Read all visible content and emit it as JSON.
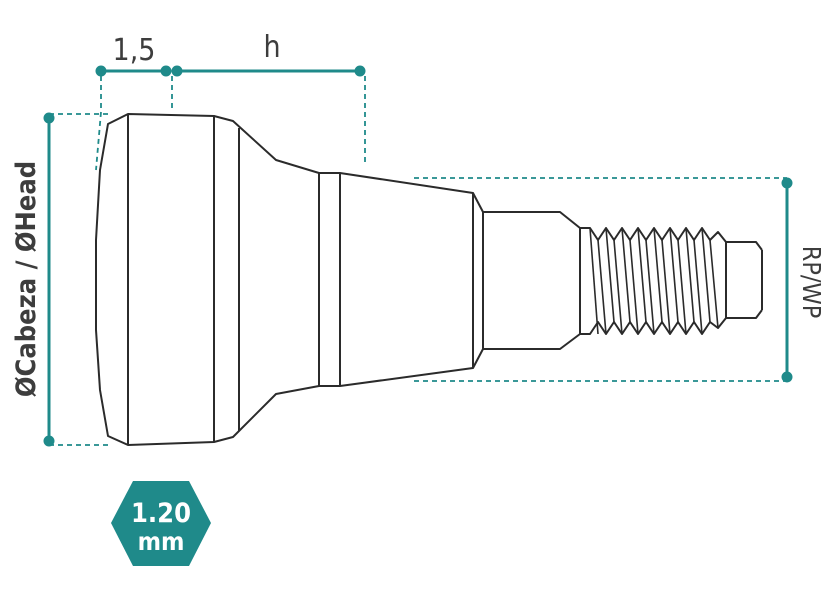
{
  "dimensions": {
    "collar_width": "1,5",
    "height": "h",
    "head_diameter": "ØCabeza / ØHead",
    "platform": "RP/WP"
  },
  "badge": {
    "value": "1.20",
    "unit": "mm"
  },
  "colors": {
    "accent": "#1f8a8a",
    "outline": "#2b2b2b",
    "text": "#3d3d3d"
  }
}
